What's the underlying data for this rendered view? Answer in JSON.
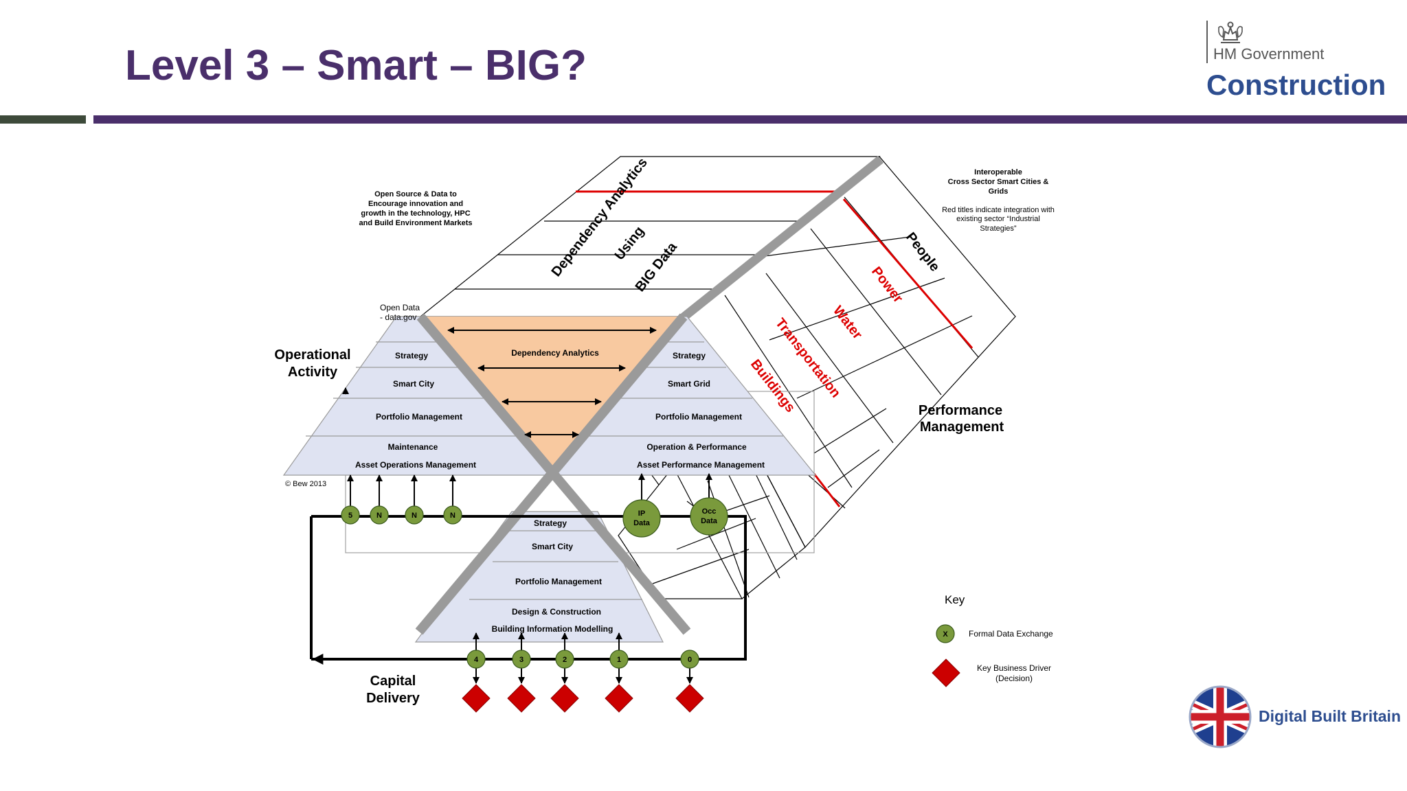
{
  "slide": {
    "title": "Level 3 – Smart – BIG?"
  },
  "logo": {
    "line1": "HM Government",
    "line2": "Construction",
    "crest_icon": "royal-crest-icon"
  },
  "diagram": {
    "top_plane": [
      "Dependency Analytics",
      "Using",
      "BIG Data"
    ],
    "open_source_note": [
      "Open Source & Data to",
      "Encourage innovation and",
      "growth in the technology, HPC",
      "and Build Environment Markets"
    ],
    "interop_note": [
      "Interoperable",
      "Cross Sector Smart Cities &",
      "Grids"
    ],
    "red_titles_note": [
      "Red titles indicate integration with",
      "existing sector “Industrial",
      "Strategies”"
    ],
    "open_data": [
      "Open Data",
      "-  data.gov"
    ],
    "operational_activity": [
      "Operational",
      "Activity"
    ],
    "performance_management": [
      "Performance",
      "Management"
    ],
    "capital_delivery": [
      "Capital",
      "Delivery"
    ],
    "copyright": "© Bew 2013",
    "center_label": "Dependency Analytics",
    "left_layers": [
      "Strategy",
      "Smart City",
      "Portfolio Management",
      "Maintenance",
      "Asset Operations Management"
    ],
    "right_layers": [
      "Strategy",
      "Smart Grid",
      "Portfolio Management",
      "Operation & Performance",
      "Asset Performance Management"
    ],
    "bottom_layers": [
      "Strategy",
      "Smart City",
      "Portfolio Management",
      "Design & Construction",
      "Building Information Modelling"
    ],
    "sectors": {
      "people": "People",
      "power": "Power",
      "water": "Water",
      "transportation": "Transportation",
      "buildings": "Buildings"
    },
    "top_nodes": [
      "5",
      "N",
      "N",
      "N"
    ],
    "ip_data": [
      "IP",
      "Data"
    ],
    "occ_data": [
      "Occ",
      "Data"
    ],
    "bottom_nodes": [
      "4",
      "3",
      "2",
      "1",
      "0"
    ],
    "colors": {
      "node_green": "#7a9a3c",
      "driver_red": "#cc0000",
      "center_fill": "#f8c9a0",
      "layer_fill": "#dfe3f2",
      "plane_edge": "#9a9a9a",
      "sector_red": "#dd0000"
    }
  },
  "key": {
    "title": "Key",
    "node_letter": "X",
    "formal": "Formal Data Exchange",
    "driver": [
      "Key Business Driver",
      "(Decision)"
    ]
  },
  "dbb": {
    "label": "Digital Built Britain",
    "flag_icon": "union-flag-globe-icon"
  }
}
